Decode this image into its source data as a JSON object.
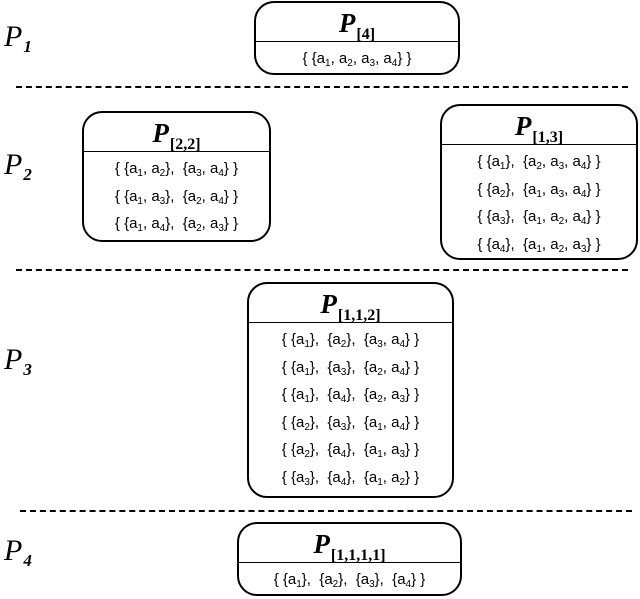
{
  "rows": [
    {
      "var": "P",
      "index": "1"
    },
    {
      "var": "P",
      "index": "2"
    },
    {
      "var": "P",
      "index": "3"
    },
    {
      "var": "P",
      "index": "4"
    }
  ],
  "boxes": [
    {
      "var": "P",
      "sub": "[4]",
      "lines": [
        [
          [
            "a",
            "1"
          ],
          [
            "a",
            "2"
          ],
          [
            "a",
            "3"
          ],
          [
            "a",
            "4"
          ]
        ]
      ]
    },
    {
      "var": "P",
      "sub": "[2,2]",
      "lines": [
        [
          [
            "a",
            "1"
          ],
          [
            "a",
            "2"
          ]
        ],
        [
          [
            "a",
            "3"
          ],
          [
            "a",
            "4"
          ]
        ]
      ]
    },
    {
      "var": "P",
      "sub": "[1,3]",
      "lines": []
    },
    {
      "var": "P",
      "sub": "[1,1,2]",
      "lines": []
    },
    {
      "var": "P",
      "sub": "[1,1,1,1]",
      "lines": []
    }
  ],
  "partitions": {
    "p4": [
      [
        [
          "a1",
          "a2",
          "a3",
          "a4"
        ]
      ]
    ],
    "p22": [
      [
        [
          "a1",
          "a2"
        ],
        [
          "a3",
          "a4"
        ]
      ],
      [
        [
          "a1",
          "a3"
        ],
        [
          "a2",
          "a4"
        ]
      ],
      [
        [
          "a1",
          "a4"
        ],
        [
          "a2",
          "a3"
        ]
      ]
    ],
    "p13": [
      [
        [
          "a1"
        ],
        [
          "a2",
          "a3",
          "a4"
        ]
      ],
      [
        [
          "a2"
        ],
        [
          "a1",
          "a3",
          "a4"
        ]
      ],
      [
        [
          "a3"
        ],
        [
          "a1",
          "a2",
          "a4"
        ]
      ],
      [
        [
          "a4"
        ],
        [
          "a1",
          "a2",
          "a3"
        ]
      ]
    ],
    "p112": [
      [
        [
          "a1"
        ],
        [
          "a2"
        ],
        [
          "a3",
          "a4"
        ]
      ],
      [
        [
          "a1"
        ],
        [
          "a3"
        ],
        [
          "a2",
          "a4"
        ]
      ],
      [
        [
          "a1"
        ],
        [
          "a4"
        ],
        [
          "a2",
          "a3"
        ]
      ],
      [
        [
          "a2"
        ],
        [
          "a3"
        ],
        [
          "a1",
          "a4"
        ]
      ],
      [
        [
          "a2"
        ],
        [
          "a4"
        ],
        [
          "a1",
          "a3"
        ]
      ],
      [
        [
          "a3"
        ],
        [
          "a4"
        ],
        [
          "a1",
          "a2"
        ]
      ]
    ],
    "p1111": [
      [
        [
          "a1"
        ],
        [
          "a2"
        ],
        [
          "a3"
        ],
        [
          "a4"
        ]
      ]
    ]
  },
  "headers": {
    "p4": {
      "var": "P",
      "sub": "[4]"
    },
    "p22": {
      "var": "P",
      "sub": "[2,2]"
    },
    "p13": {
      "var": "P",
      "sub": "[1,3]"
    },
    "p112": {
      "var": "P",
      "sub": "[1,1,2]"
    },
    "p1111": {
      "var": "P",
      "sub": "[1,1,1,1]"
    }
  }
}
